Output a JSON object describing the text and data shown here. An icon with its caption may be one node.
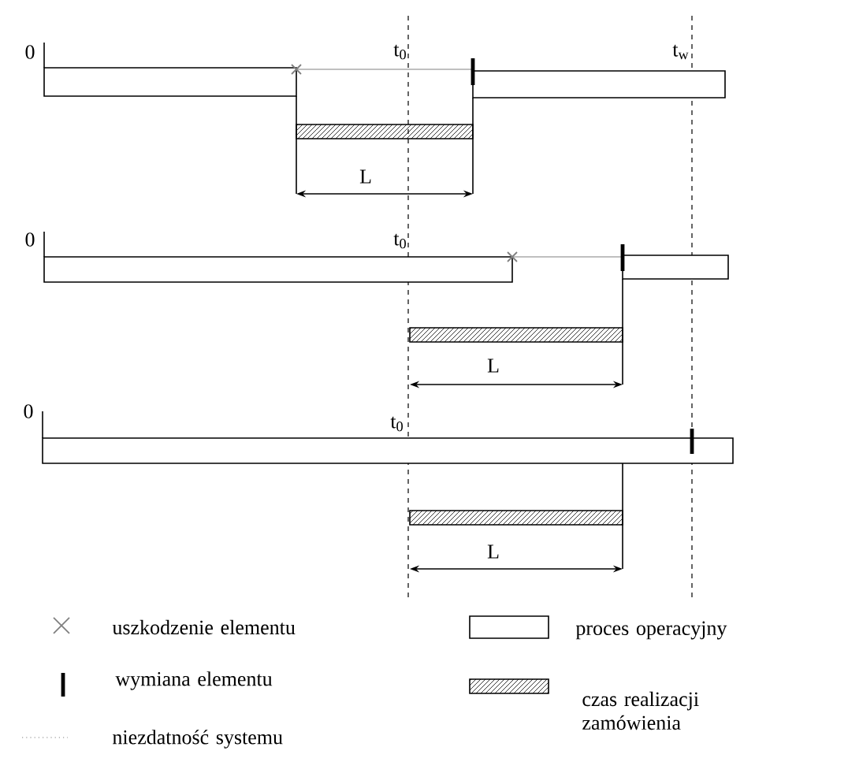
{
  "diagram": {
    "labels": [
      "0",
      "t$_{0}$",
      "t$_{w}$",
      "L",
      "0",
      "t$_{0}$",
      "L",
      "0",
      "t$_{0}$",
      "L"
    ],
    "legend": [
      {
        "text": "uszkodzenie elementu"
      },
      {
        "text": "proces operacyjny"
      },
      {
        "text": "wymiana elementu"
      },
      {
        "text": "czas realizacji zamówienia"
      },
      {
        "text": "niezdatność systemu"
      }
    ]
  }
}
